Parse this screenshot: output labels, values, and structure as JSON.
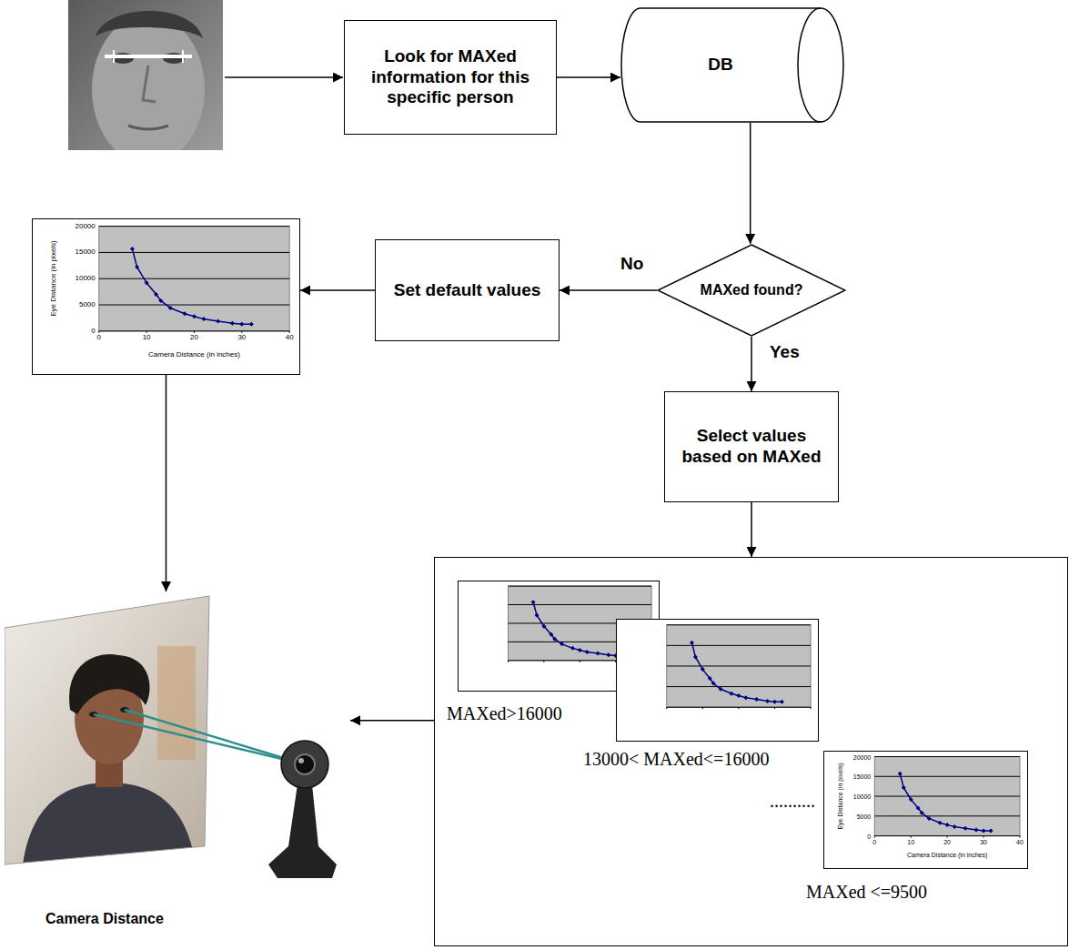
{
  "diagram": {
    "nodes": [
      {
        "text": [
          "Look for MAXed information for this specific person"
        ]
      },
      {
        "text": [
          "DB"
        ]
      },
      {
        "text": [
          "20000",
          "15000",
          "10000",
          "5000",
          "0",
          "0",
          "10",
          "20",
          "30",
          "40",
          "Camera Distance (in inches)",
          "Eye Distance (in pixels)"
        ]
      },
      {
        "text": [
          "Set default values"
        ]
      },
      {
        "text": [
          "MAXed found?"
        ]
      },
      {
        "text": [
          "Select values based on MAXed"
        ]
      },
      {
        "text": [
          "MAXed>16000",
          "13000< MAXed<=16000",
          "..........",
          "MAXed <=9500"
        ]
      },
      {
        "text": [
          "Camera Distance"
        ]
      }
    ],
    "edges": [
      {
        "from": 0,
        "to": 1,
        "arrow": "to"
      },
      {
        "from": 1,
        "to": 4,
        "arrow": "to"
      },
      {
        "from": 4,
        "to": 3,
        "label": "No",
        "arrow": "to"
      },
      {
        "from": 4,
        "to": 5,
        "label": "Yes",
        "arrow": "to"
      },
      {
        "from": 3,
        "to": 2,
        "arrow": "to"
      },
      {
        "from": 5,
        "to": 6,
        "arrow": "to"
      },
      {
        "from": 2,
        "to": 7,
        "arrow": "to"
      },
      {
        "from": 6,
        "to": 7,
        "arrow": "to"
      }
    ],
    "labels": [
      "20000",
      "15000",
      "10000",
      "5000",
      "0",
      "0",
      "10",
      "20",
      "30",
      "40",
      "Camera Distance (in inches)",
      "Eye Distance (in pixels)"
    ]
  }
}
